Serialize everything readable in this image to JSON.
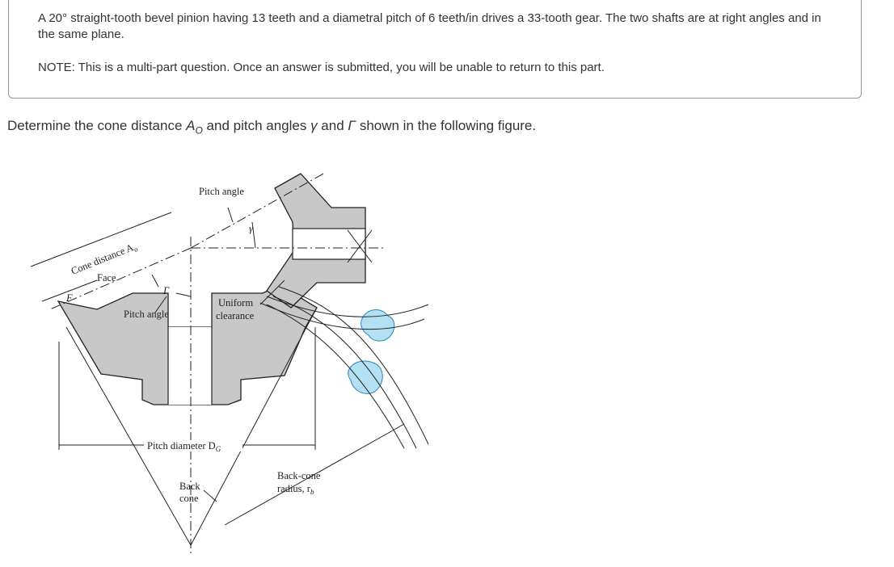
{
  "question": {
    "stem": "A 20° straight-tooth bevel pinion having 13 teeth and a diametral pitch of 6 teeth/in drives a 33-tooth gear. The two shafts are at right angles and in the same plane.",
    "note": "NOTE: This is a multi-part question. Once an answer is submitted, you will be unable to return to this part."
  },
  "prompt": {
    "part1": "Determine the cone distance ",
    "a_symbol": "A",
    "a_sub": "O",
    "part2": " and pitch angles ",
    "gamma": "γ",
    "and": " and ",
    "Gamma": "Γ",
    "part3": " shown in the following figure."
  },
  "figure": {
    "labels": {
      "pitch_angle_top": "Pitch angle",
      "gamma_small": "γ",
      "cone_distance": "Cone distance A",
      "cone_distance_sub": "o",
      "face": "Face",
      "F": "F",
      "Gamma_big": "Γ",
      "pitch_angle_left": "Pitch angle",
      "uniform": "Uniform",
      "clearance": "clearance",
      "pitch_diameter": "Pitch diameter D",
      "pitch_diameter_sub": "G",
      "back": "Back",
      "cone": "cone",
      "back_cone": "Back-cone",
      "radius": "radius, r",
      "radius_sub": "b"
    }
  }
}
